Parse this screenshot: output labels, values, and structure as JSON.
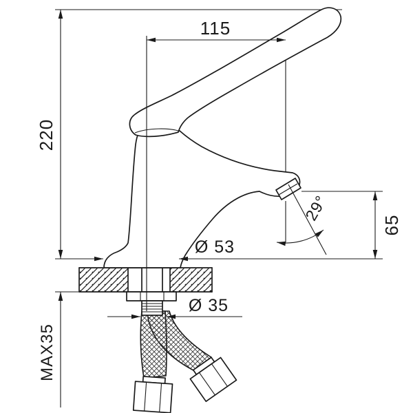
{
  "drawing": {
    "labels": {
      "dim_width": "115",
      "dim_height": "220",
      "dim_spout_height": "65",
      "dim_angle": "29°",
      "dim_base_diameter": "Ø 53",
      "dim_hole_diameter": "Ø 35",
      "dim_max_thickness": "MAX35"
    },
    "colors": {
      "line": "#1a1a1a",
      "background": "#ffffff"
    }
  }
}
